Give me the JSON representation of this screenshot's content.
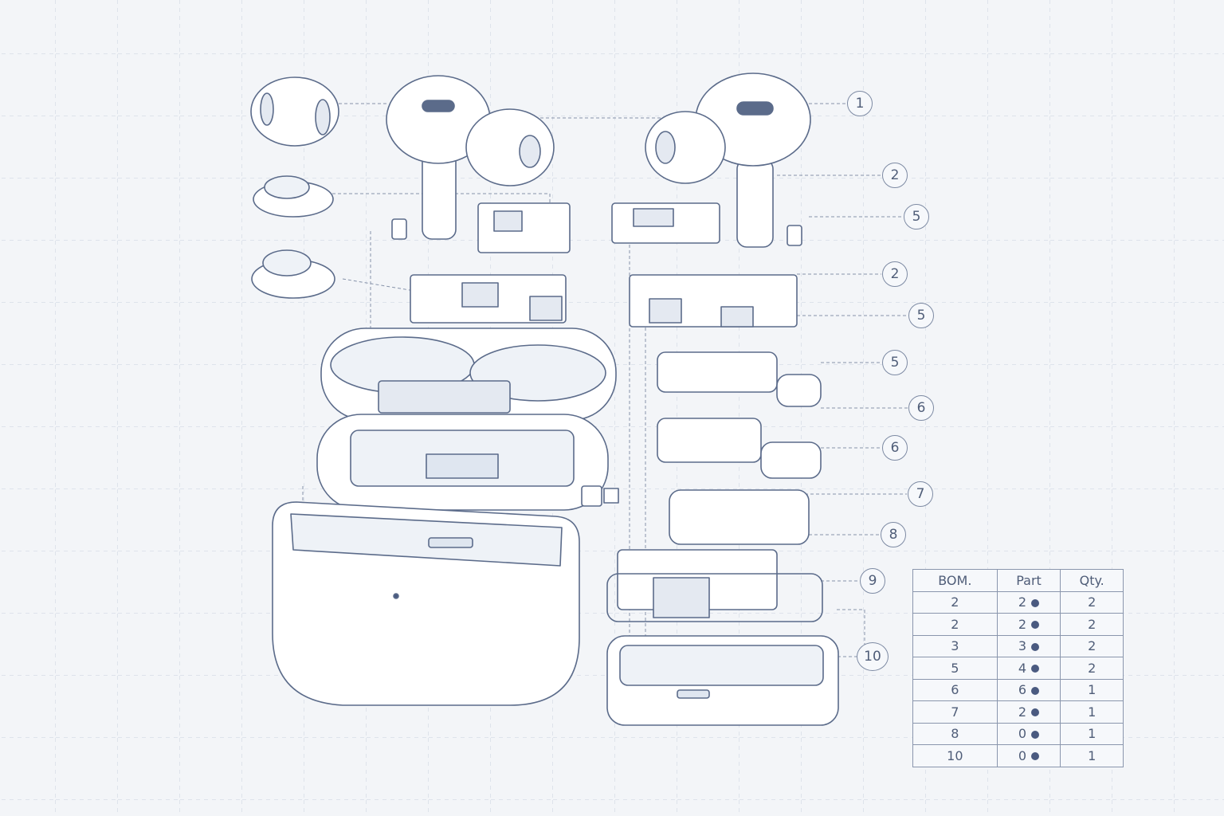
{
  "callouts": [
    "1",
    "2",
    "5",
    "2",
    "5",
    "5",
    "6",
    "6",
    "7",
    "8",
    "9",
    "10"
  ],
  "bom": {
    "headers": [
      "BOM.",
      "Part",
      "Qty."
    ],
    "rows": [
      {
        "bom": "2",
        "part": "2",
        "qty": "2"
      },
      {
        "bom": "2",
        "part": "2",
        "qty": "2"
      },
      {
        "bom": "3",
        "part": "3",
        "qty": "2"
      },
      {
        "bom": "5",
        "part": "4",
        "qty": "2"
      },
      {
        "bom": "6",
        "part": "6",
        "qty": "1"
      },
      {
        "bom": "7",
        "part": "2",
        "qty": "1"
      },
      {
        "bom": "8",
        "part": "0",
        "qty": "1"
      },
      {
        "bom": "10",
        "part": "0",
        "qty": "1"
      }
    ]
  },
  "colors": {
    "line": "#5b6b8a",
    "fill": "#ffffff",
    "shade": "#dfe6f0",
    "background": "#f3f5f8"
  }
}
